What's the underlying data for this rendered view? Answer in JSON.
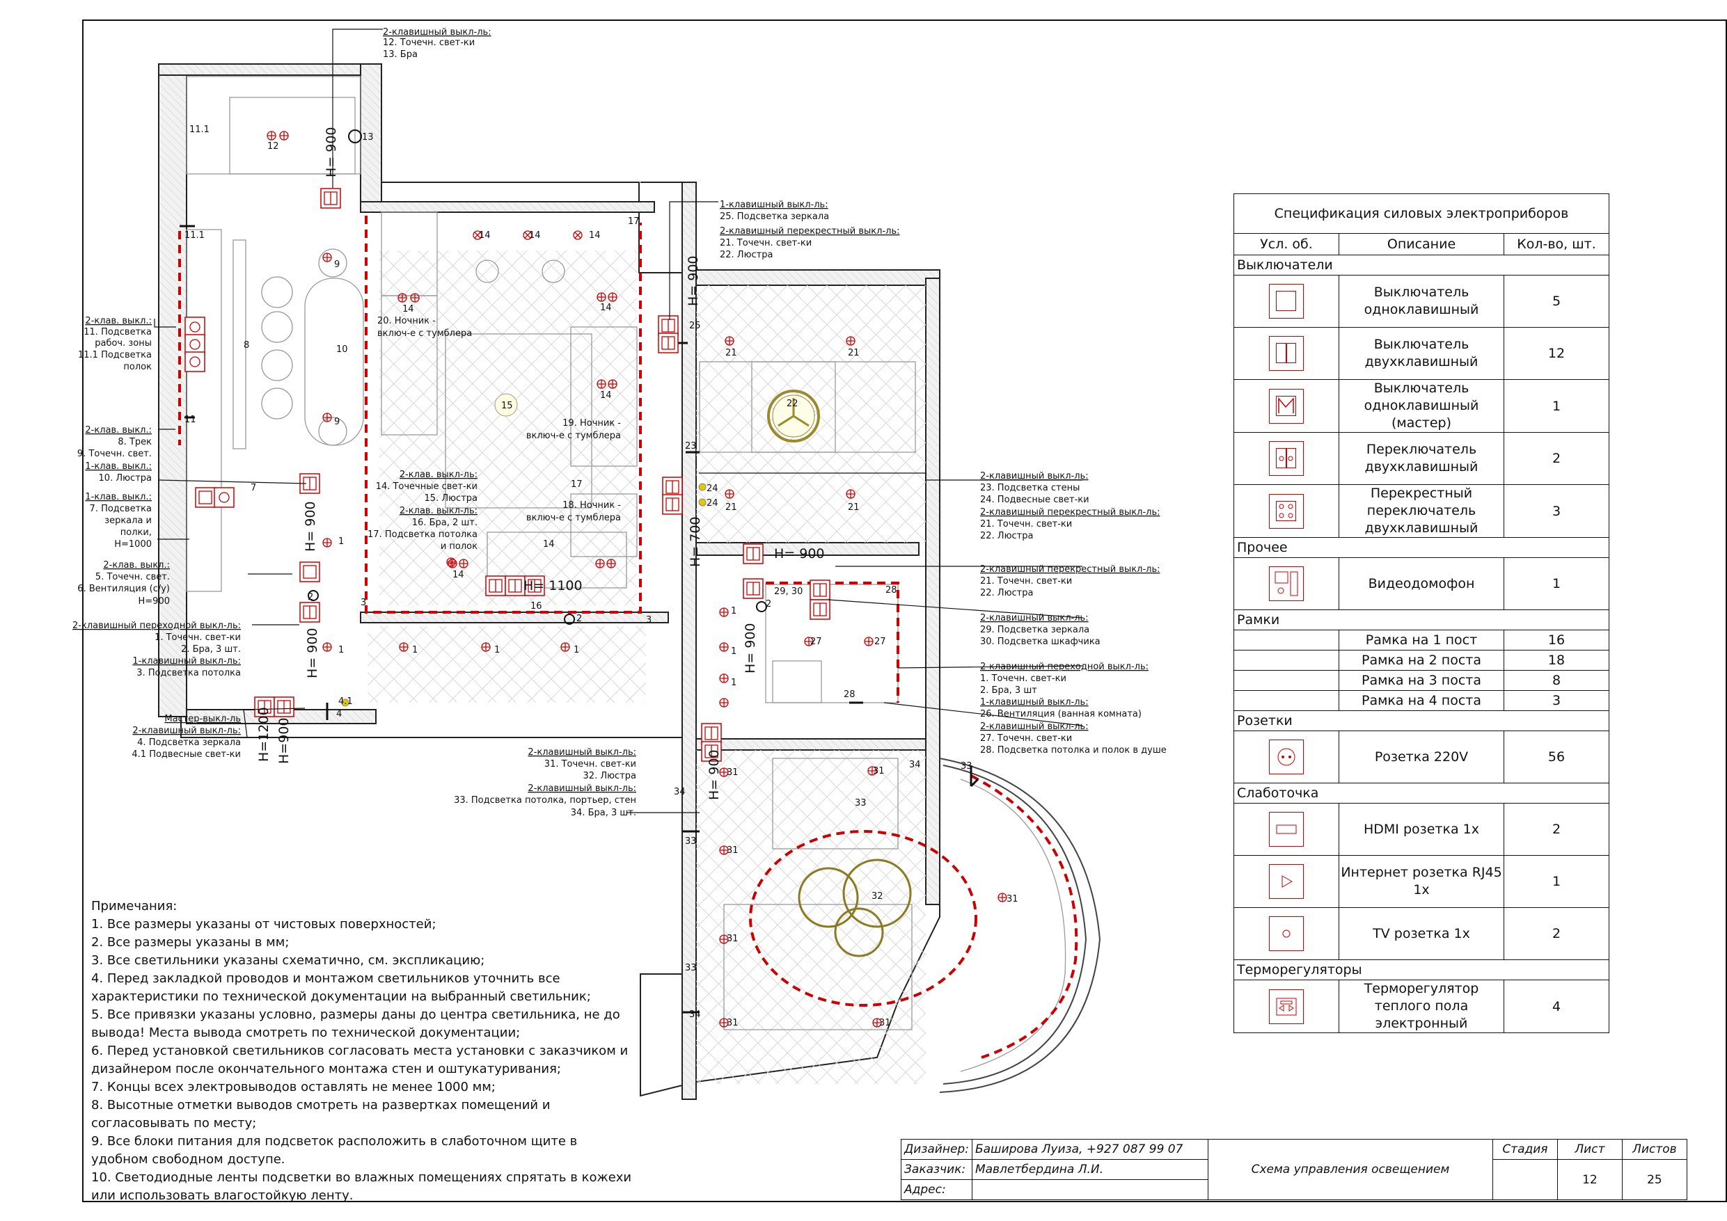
{
  "switch_labels": {
    "top": {
      "title": "2-клавишный выкл-ль:",
      "lines": [
        "12. Точечн. свет-ки",
        "13. Бра"
      ]
    },
    "kitchen_work": {
      "title": "2-клав. выкл.:",
      "lines": [
        "11. Подсветка",
        "рабоч. зоны",
        "11.1 Подсветка",
        "полок"
      ]
    },
    "track": {
      "title": "2-клав. выкл.:",
      "lines": [
        "8. Трек",
        "9. Точечн. свет."
      ]
    },
    "chandelier10": {
      "title": "1-клав. выкл.:",
      "lines": [
        "10. Люстра"
      ]
    },
    "mirror7": {
      "title": "1-клав. выкл.:",
      "lines": [
        "7. Подсветка",
        "зеркала и",
        "полки,",
        "H=1000"
      ]
    },
    "vent": {
      "title": "2-клав. выкл.:",
      "lines": [
        "5. Точечн. свет.",
        "6. Вентиляция (с/у)",
        "H=900"
      ]
    },
    "corridor": {
      "title": "2-клавишный переходной выкл-ль:",
      "lines": [
        "1. Точечн. свет-ки",
        "2. Бра, 3 шт."
      ]
    },
    "corridor_b": {
      "title": "1-клавишный выкл-ль:",
      "lines": [
        "3. Подсветка потолка"
      ]
    },
    "master": {
      "title": "Мастер-выкл-ль",
      "lines": []
    },
    "master_b": {
      "title": "2-клавишный выкл-ль:",
      "lines": [
        "4. Подсветка зеркала",
        "4.1 Подвесные свет-ки"
      ]
    },
    "mirror25": {
      "title": "1-клавишный выкл-ль:",
      "lines": [
        "25. Подсветка зеркала"
      ]
    },
    "cross21": {
      "title": "2-клавишный перекрестный выкл-ль:",
      "lines": [
        "21. Точечн. свет-ки",
        "22. Люстра"
      ]
    },
    "bedroom_a": {
      "title": "2-клав. выкл-ль:",
      "lines": [
        "14. Точечные свет-ки",
        "15. Люстра"
      ]
    },
    "bedroom_b": {
      "title": "2-клав. выкл-ль:",
      "lines": [
        "16. Бра, 2 шт.",
        "17. Подсветка потолка",
        "и полок"
      ]
    },
    "wall23": {
      "title": "2-клавишный выкл-ль:",
      "lines": [
        "23. Подсветка стены",
        "24. Подвесные свет-ки"
      ]
    },
    "cross21b": {
      "title": "2-клавишный перекрестный выкл-ль:",
      "lines": [
        "21. Точечн. свет-ки",
        "22. Люстра"
      ]
    },
    "cross21c": {
      "title": "2-клавишный перекрестный выкл-ль:",
      "lines": [
        "21. Точечн. свет-ки",
        "22. Люстра"
      ]
    },
    "mirror29": {
      "title": "2-клавишный выкл-ль:",
      "lines": [
        "29. Подсветка зеркала",
        "30. Подсветка шкафчика"
      ]
    },
    "pass1": {
      "title": "2-клавишный переходной выкл-ль:",
      "lines": [
        "1. Точечн. свет-ки",
        "2. Бра, 3 шт"
      ]
    },
    "vent26": {
      "title": "1-клавишный выкл-ль:",
      "lines": [
        "26. Вентиляция (ванная комната)"
      ]
    },
    "shower27": {
      "title": "2-клавишный выкл-ль:",
      "lines": [
        "27. Точечн. свет-ки",
        "28. Подсветка потолка и полок в душе"
      ]
    },
    "living31": {
      "title": "2-клавишный выкл-ль:",
      "lines": [
        "31. Точечн. свет-ки",
        "32. Люстра"
      ]
    },
    "living33": {
      "title": "2-клавишный выкл-ль:",
      "lines": [
        "33. Подсветка потолка, портьер, стен",
        "34. Бра, 3 шт."
      ]
    },
    "nightlight20": [
      "20. Ночник -",
      "включ-е с тумблера"
    ],
    "nightlight19": [
      "19. Ночник -",
      "включ-е с тумблера"
    ],
    "nightlight18": [
      "18. Ночник -",
      "включ-е с тумблера"
    ]
  },
  "height_marks": [
    "H= 900",
    "H= 900",
    "H= 900",
    "H= 900",
    "H= 700",
    "H= 900",
    "H= 1100",
    "H= 900",
    "H=1200",
    "H=900",
    "H= 900"
  ],
  "spec": {
    "title": "Спецификация силовых электроприборов",
    "headers": [
      "Усл. об.",
      "Описание",
      "Кол-во, шт."
    ],
    "groups": [
      {
        "name": "Выключатели",
        "rows": [
          {
            "icon": "switch-1-icon",
            "desc": "Выключатель одноклавишный",
            "qty": "5"
          },
          {
            "icon": "switch-2-icon",
            "desc": "Выключатель двухклавишный",
            "qty": "12"
          },
          {
            "icon": "switch-master-icon",
            "desc": "Выключатель одноклавишный (мастер)",
            "qty": "1"
          },
          {
            "icon": "toggle-2-icon",
            "desc": "Переключатель двухклавишный",
            "qty": "2"
          },
          {
            "icon": "cross-toggle-2-icon",
            "desc": "Перекрестный переключатель двухклавишный",
            "qty": "3"
          }
        ]
      },
      {
        "name": "Прочее",
        "rows": [
          {
            "icon": "intercom-icon",
            "desc": "Видеодомофон",
            "qty": "1"
          }
        ]
      },
      {
        "name": "Рамки",
        "rows": [
          {
            "icon": "",
            "desc": "Рамка на 1 пост",
            "qty": "16"
          },
          {
            "icon": "",
            "desc": "Рамка на 2 поста",
            "qty": "18"
          },
          {
            "icon": "",
            "desc": "Рамка на 3 поста",
            "qty": "8"
          },
          {
            "icon": "",
            "desc": "Рамка на 4 поста",
            "qty": "3"
          }
        ]
      },
      {
        "name": "Розетки",
        "rows": [
          {
            "icon": "socket-220-icon",
            "desc": "Розетка 220V",
            "qty": "56"
          }
        ]
      },
      {
        "name": "Слаботочка",
        "rows": [
          {
            "icon": "hdmi-socket-icon",
            "desc": "HDMI розетка 1х",
            "qty": "2"
          },
          {
            "icon": "rj45-socket-icon",
            "desc": "Интернет розетка RJ45 1х",
            "qty": "1"
          },
          {
            "icon": "tv-socket-icon",
            "desc": "TV розетка 1х",
            "qty": "2"
          }
        ]
      },
      {
        "name": "Терморегуляторы",
        "rows": [
          {
            "icon": "thermostat-icon",
            "desc": "Терморегулятор теплого пола электронный",
            "qty": "4"
          }
        ]
      }
    ]
  },
  "notes": {
    "heading": "Примечания:",
    "items": [
      "1. Все размеры указаны от чистовых поверхностей;",
      "2. Все размеры указаны в мм;",
      "3. Все светильники указаны схематично, см. экспликацию;",
      "4. Перед закладкой проводов и монтажом светильников уточнить все характеристики по технической документации на выбранный светильник;",
      "5. Все привязки указаны условно, размеры даны до центра светильника, не до вывода! Места вывода смотреть по технической документации;",
      "6. Перед установкой светильников согласовать места установки с заказчиком и дизайнером после окончательного монтажа стен и оштукатуривания;",
      "7. Концы всех электровыводов оставлять не менее 1000 мм;",
      "8. Высотные отметки выводов смотреть на развертках помещений и согласовывать по месту;",
      "9. Все блоки питания для подсветок расположить в слаботочном щите в удобном свободном доступе.",
      "10. Светодиодные ленты подсветки во влажных помещениях спрятать в кожехи или использовать влагостойкую ленту."
    ]
  },
  "titleblock": {
    "designer_label": "Дизайнер:",
    "designer": "Баширова Луиза, +927 087 99 07",
    "client_label": "Заказчик:",
    "client": "Мавлетбердина Л.И.",
    "address_label": "Адрес:",
    "address": "",
    "drawing_title": "Схема управления освещением",
    "stage_label": "Стадия",
    "sheet_label": "Лист",
    "sheets_label": "Листов",
    "stage": "",
    "sheet": "12",
    "sheets": "25"
  },
  "colors": {
    "accent": "#cc0000",
    "line": "#111111",
    "hatch": "#bbbbbb"
  }
}
